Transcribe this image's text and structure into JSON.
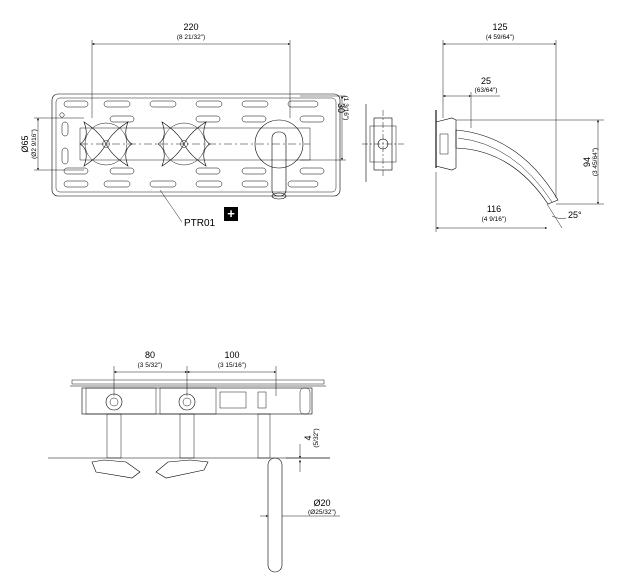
{
  "front_view": {
    "width_dim": {
      "value": "220",
      "inch": "(8 21/32\")"
    },
    "height_dim": {
      "value": "Ø65",
      "inch": "(Ø2 9/16\")"
    },
    "depth_dim": {
      "value": "30",
      "inch": "(1 3/16\")"
    },
    "part_code": "PTR01",
    "plus_symbol": "+"
  },
  "side_view": {
    "projection_dim": {
      "value": "125",
      "inch": "(4 59/64\")"
    },
    "plate_dim": {
      "value": "25",
      "inch": "(63/64\")"
    },
    "height_dim": {
      "value": "94",
      "inch": "(3 45/64\")"
    },
    "spout_dim": {
      "value": "116",
      "inch": "(4 9/16\")"
    },
    "angle": "25°"
  },
  "top_view": {
    "spacing_left": {
      "value": "80",
      "inch": "(3 5/32\")"
    },
    "spacing_right": {
      "value": "100",
      "inch": "(3 15/16\")"
    },
    "wall_dim": {
      "value": "4",
      "inch": "(5/32\")"
    },
    "spout_diameter": {
      "value": "Ø20",
      "inch": "(Ø25/32\")"
    }
  }
}
